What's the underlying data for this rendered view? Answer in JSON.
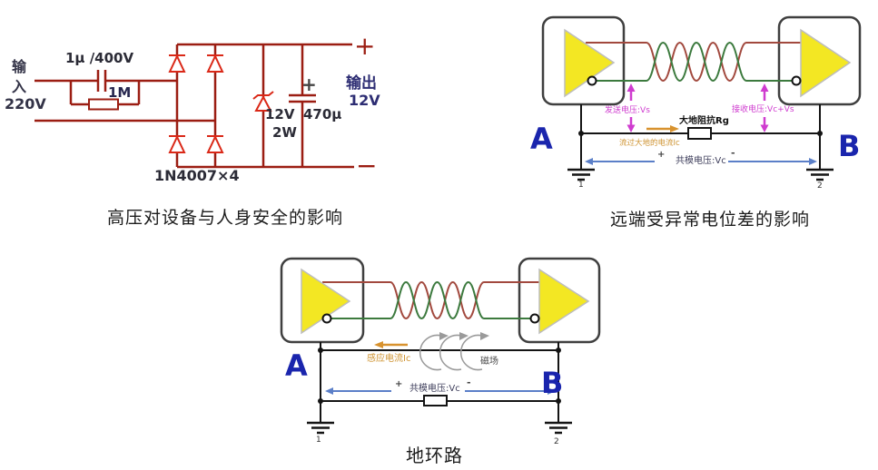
{
  "rectifier": {
    "caption": "高压对设备与人身安全的影响",
    "input_label": "输入",
    "input_voltage": "220V",
    "capacitor1": "1μ /400V",
    "resistor1": "1M",
    "zener_voltage": "12V",
    "zener_power": "2W",
    "cap2_polarity": "+",
    "capacitor2": "470μ",
    "diode_set": "1N4007×4",
    "output_plus": "+",
    "output_minus": "−",
    "output_label": "输出",
    "output_voltage": "12V"
  },
  "remote_potential": {
    "caption": "远端受异常电位差的影响",
    "node_a": "A",
    "node_b": "B",
    "send_voltage": "发送电压:Vs",
    "receive_voltage": "接收电压:Vc+Vs",
    "ground_impedance": "大地阻抗Rg",
    "ground_current": "流过大地的电流Ic",
    "common_mode_voltage": "共模电压:Vc",
    "plus": "+",
    "minus": "-",
    "ground1": "1",
    "ground2": "2"
  },
  "ground_loop": {
    "caption": "地环路",
    "node_a": "A",
    "node_b": "B",
    "induced_current": "感应电流Ic",
    "magnetic_field": "磁场",
    "common_mode_voltage": "共模电压:Vc",
    "plus": "+",
    "minus": "-",
    "ground1": "1",
    "ground2": "2"
  },
  "colors": {
    "wire_red": "#9b1d12",
    "component_red": "#da2817",
    "signal_red": "#a2493e",
    "signal_green": "#3c7a3e",
    "amp_yellow": "#f3e723",
    "magenta": "#cf3ccf",
    "orange": "#d8922e",
    "blue_arrow": "#5b7fc8",
    "node_blue": "#1a25ad"
  }
}
